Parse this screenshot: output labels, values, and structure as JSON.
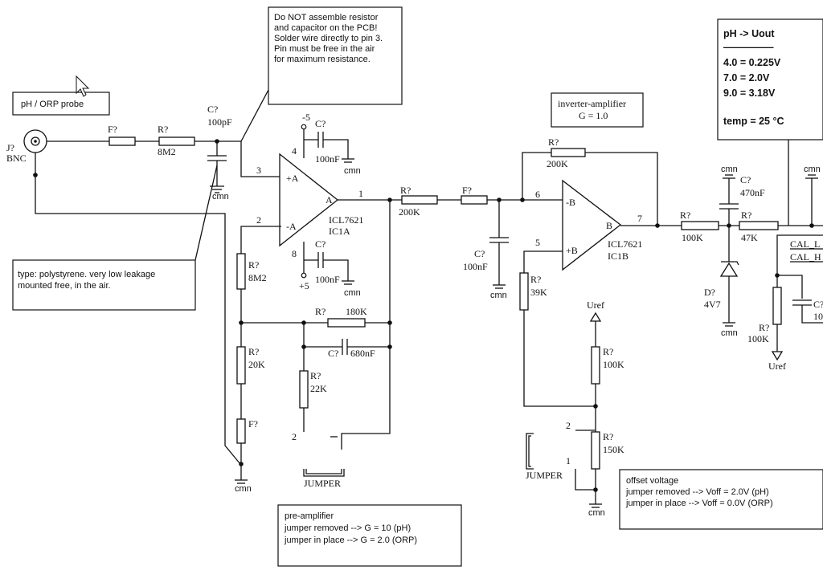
{
  "notes": {
    "warning": [
      "Do NOT assemble resistor",
      "and capacitor on the PCB!",
      "Solder wire directly to pin 3.",
      "Pin must be free in the air",
      "for maximum resistance."
    ],
    "probe": "pH / ORP probe",
    "polystyrene": [
      "type: polystyrene. very low leakage",
      "mounted free, in the air."
    ],
    "inverter": [
      "inverter-amplifier",
      "G = 1.0"
    ],
    "ph_table": [
      "pH -> Uout",
      "—————",
      "4.0 = 0.225V",
      "7.0 = 2.0V",
      "9.0 = 3.18V",
      "temp = 25 °C"
    ],
    "preamp": [
      "pre-amplifier",
      "jumper removed --> G = 10 (pH)",
      "jumper in place --> G = 2.0 (ORP)"
    ],
    "offset": [
      "offset voltage",
      "jumper removed --> Voff = 2.0V (pH)",
      "jumper in place --> Voff = 0.0V (ORP)"
    ]
  },
  "labels": {
    "bnc": [
      "J?",
      "BNC"
    ],
    "fuse_in": "F?",
    "r_in": [
      "R?",
      "8M2"
    ],
    "c_in": [
      "C?",
      "100pF"
    ],
    "gnd": "cmn",
    "neg5": "-5",
    "pos5": "+5",
    "c_top": [
      "C?",
      "100nF"
    ],
    "c_bot": [
      "C?",
      "100nF"
    ],
    "pin4": "4",
    "pin8": "8",
    "pin3": "3",
    "pin2": "2",
    "pin1": "1",
    "plus_a": "+A",
    "minus_a": "-A",
    "out_a": "A",
    "ic1a": [
      "ICL7621",
      "IC1A"
    ],
    "r_fb1": [
      "R?",
      "8M2"
    ],
    "r_180k": [
      "R?",
      "180K"
    ],
    "c_680n": [
      "C?",
      "680nF"
    ],
    "r_20k": [
      "R?",
      "20K"
    ],
    "r_22k": [
      "R?",
      "22K"
    ],
    "f_gnd": "F?",
    "jumper": "JUMPER",
    "jpin2": "2",
    "r_200k_a": [
      "R?",
      "200K"
    ],
    "f_mid": "F?",
    "c_mid": [
      "C?",
      "100nF"
    ],
    "r_200k_fb": [
      "R?",
      "200K"
    ],
    "pin6": "6",
    "pin5": "5",
    "pin7": "7",
    "minus_b": "-B",
    "plus_b": "+B",
    "out_b": "B",
    "ic1b": [
      "ICL7621",
      "IC1B"
    ],
    "r_39k": [
      "R?",
      "39K"
    ],
    "uref": "Uref",
    "r_100k_ref": [
      "R?",
      "100K"
    ],
    "r_150k": [
      "R?",
      "150K"
    ],
    "jumper2": "JUMPER",
    "j2pin2": "2",
    "j2pin1": "1",
    "r_100k_out": [
      "R?",
      "100K"
    ],
    "c_470n": [
      "C?",
      "470nF"
    ],
    "r_47k": [
      "R?",
      "47K"
    ],
    "d_4v7": [
      "D?",
      "4V7"
    ],
    "r_100k_cal": [
      "R?",
      "100K"
    ],
    "cal_l": "CAL_L",
    "cal_h": "CAL_H",
    "c_right": "C?",
    "c_right_val": "10"
  },
  "colors": {
    "ink": "#111111",
    "background": "#ffffff"
  }
}
